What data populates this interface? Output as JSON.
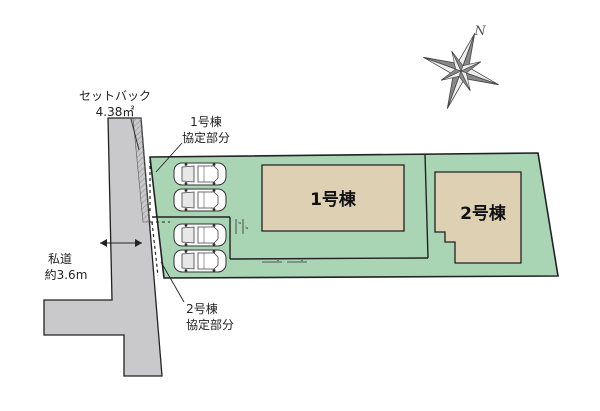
{
  "colors": {
    "road": "#c9c9cb",
    "lot": "#a9d5b5",
    "building": "#ded0b3",
    "outline": "#222222",
    "setback_hatch": "#777777"
  },
  "compass": {
    "north_label": "N"
  },
  "setback": {
    "title": "セットバック",
    "area": "4.38㎡"
  },
  "private_road": {
    "title": "私道",
    "width": "約3.6m"
  },
  "buildings": [
    {
      "label": "1号棟"
    },
    {
      "label": "2号棟"
    }
  ],
  "agreed_sections": [
    {
      "line1": "1号棟",
      "line2": "協定部分"
    },
    {
      "line1": "2号棟",
      "line2": "協定部分"
    }
  ],
  "parking": {
    "spaces": 4,
    "icon": "car-icon"
  },
  "small_markers": {
    "text": "≒"
  }
}
